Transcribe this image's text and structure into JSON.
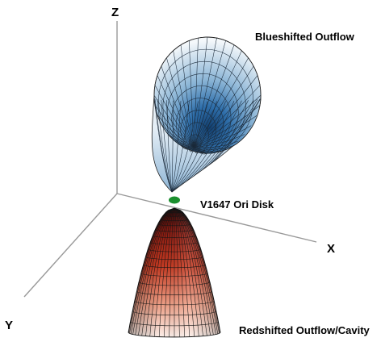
{
  "axes": {
    "x_label": "X",
    "y_label": "Y",
    "z_label": "Z",
    "axis_color": "#999999"
  },
  "labels": {
    "blue_outflow": "Blueshifted Outflow",
    "disk": "V1647 Ori Disk",
    "red_outflow": "Redshifted Outflow/Cavity"
  },
  "colors": {
    "blue_dark": "#1d5a93",
    "blue_light": "#f4f8fb",
    "red_dark": "#300202",
    "red_mid": "#c53a22",
    "red_light": "#fdf0ea",
    "disk": "#1a8f2e"
  }
}
